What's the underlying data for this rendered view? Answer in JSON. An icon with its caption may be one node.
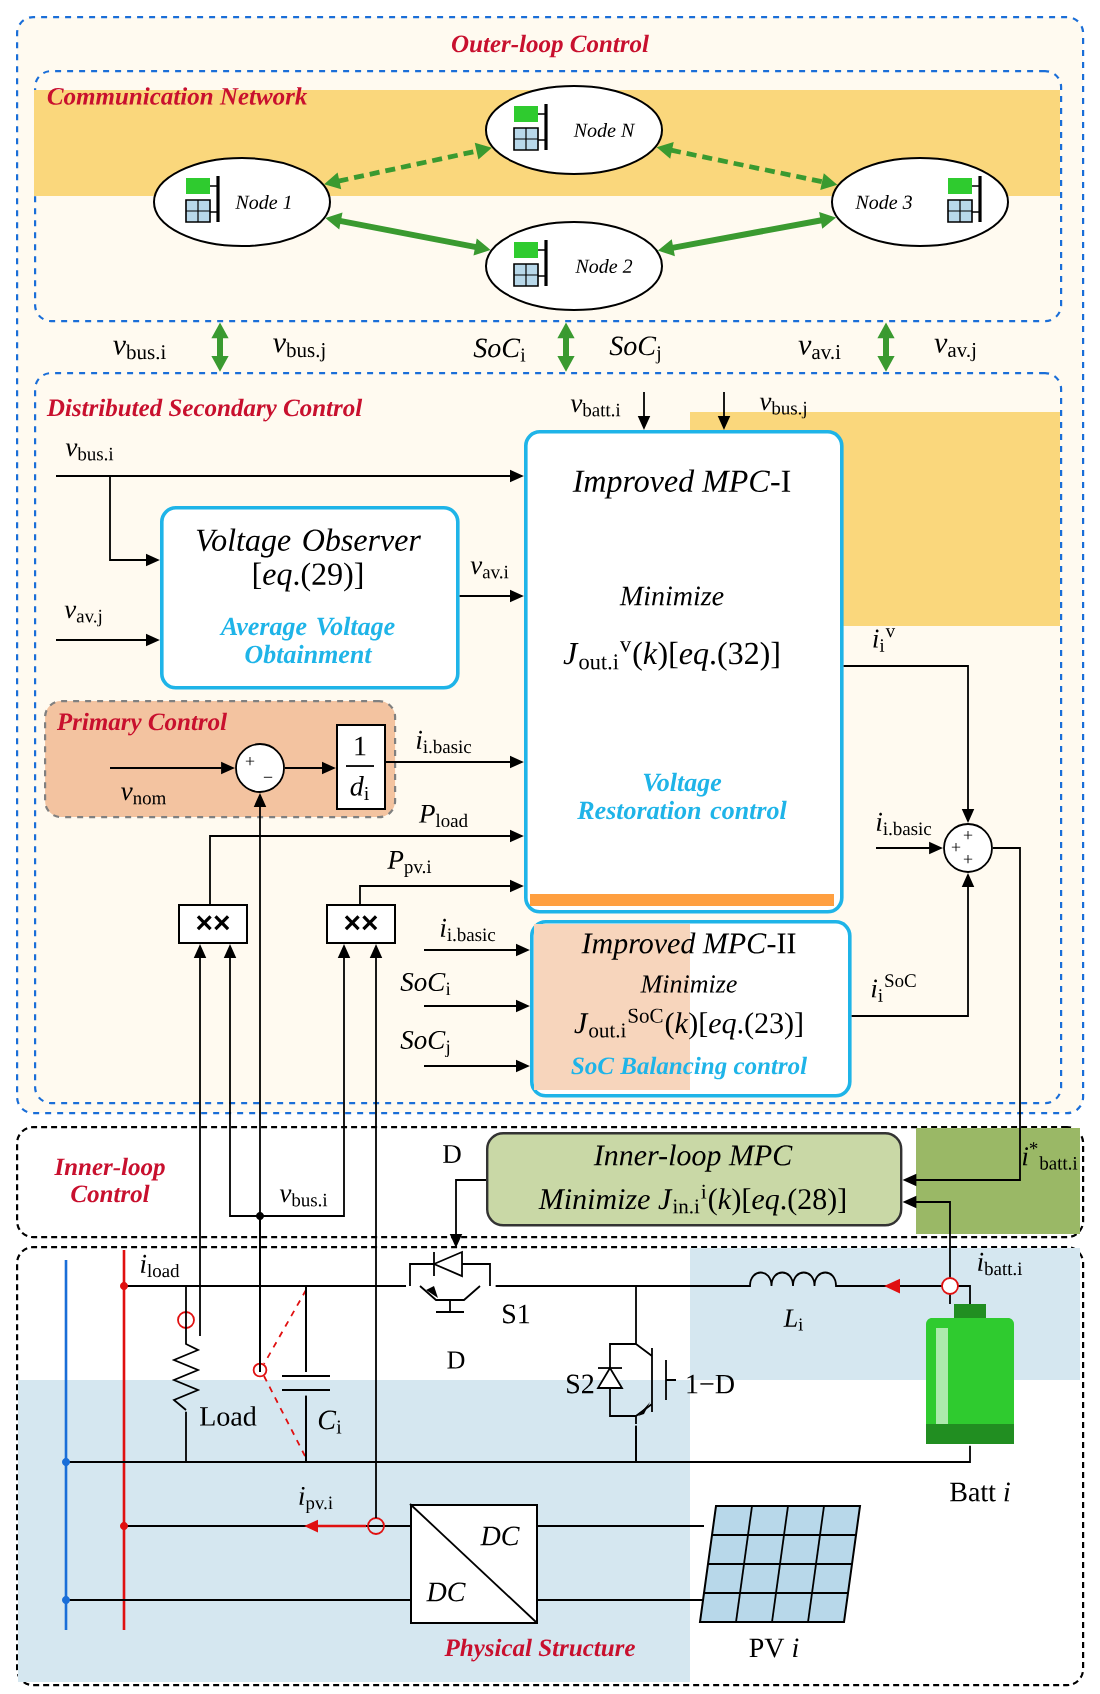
{
  "diagram": {
    "nodes": [
      {
        "text": [
          "Outer-loop Control"
        ]
      },
      {
        "text": [
          "Communication Network"
        ],
        "in": 0
      },
      {
        "text": [
          "Node N"
        ],
        "in": 1
      },
      {
        "text": [
          "Node 1"
        ],
        "in": 1
      },
      {
        "text": [
          "Node 3"
        ],
        "in": 1
      },
      {
        "text": [
          "Node 2"
        ],
        "in": 1
      },
      {
        "text": [
          "Distributed Secondary Control"
        ],
        "in": 0
      },
      {
        "text": [
          "*Voltage Observer* [*eq*.(29)]",
          "Average Voltage Obtainment"
        ],
        "in": 6
      },
      {
        "text": [
          "*Improved MPC*-I",
          "Minimize",
          "*J*$_{out.i}$$^{v}$(*k*)[*eq*.(32)]",
          "Voltage Restoration control"
        ],
        "in": 6
      },
      {
        "text": [
          "Primary Control"
        ],
        "in": 6
      },
      {
        "text": [
          "+",
          "−"
        ],
        "in": 9
      },
      {
        "text": [
          "1",
          "*d*$_{i}$"
        ],
        "in": 9
      },
      {
        "text": [
          "××"
        ],
        "in": 6
      },
      {
        "text": [
          "××"
        ],
        "in": 6
      },
      {
        "text": [
          "*Improved MPC*-II",
          "Minimize",
          "*J*$_{out.i}$$^{SoC}$(*k*)[*eq*.(23)]",
          "SoC Balancing control"
        ],
        "in": 6
      },
      {
        "text": [
          "+",
          "+",
          "+"
        ],
        "in": 6
      },
      {
        "text": [
          "Inner-loop Control"
        ]
      },
      {
        "text": [
          "Inner-loop MPC",
          "*Minimize J*$_{in.i}$$^{i}$(*k*)[*eq*.(28)]"
        ],
        "in": 16
      },
      {
        "text": [
          "Physical Structure"
        ]
      },
      {
        "text": [
          "DC",
          "DC"
        ],
        "in": 18
      },
      {
        "text": [],
        "shape": "switch",
        "beside": [
          "S1"
        ],
        "in": 18
      },
      {
        "text": [],
        "shape": "switch",
        "beside": [
          "S2",
          "1−D"
        ],
        "in": 18
      },
      {
        "text": [],
        "shape": "capacitor",
        "beside": [
          "*C*$_{i}$"
        ],
        "in": 18
      },
      {
        "text": [],
        "shape": "battery",
        "beside": [
          "Batt *i*"
        ],
        "in": 18
      },
      {
        "text": [],
        "shape": "panel",
        "beside": [
          "PV *i*"
        ],
        "in": 18
      },
      {
        "text": [],
        "shape": "resistor",
        "beside": [
          "Load"
        ],
        "in": 18
      }
    ],
    "edges": [
      {
        "from": 3,
        "to": 2,
        "arrow": "both",
        "style": "dashed",
        "color": "#3a9a30"
      },
      {
        "from": 2,
        "to": 4,
        "arrow": "both",
        "style": "dashed",
        "color": "#3a9a30"
      },
      {
        "from": 3,
        "to": 5,
        "arrow": "both",
        "style": "thick",
        "color": "#3a9a30"
      },
      {
        "from": 5,
        "to": 4,
        "arrow": "both",
        "style": "thick",
        "color": "#3a9a30"
      },
      {
        "from": 1,
        "to": 6,
        "arrow": "both",
        "style": "thick",
        "color": "#3a9a30"
      },
      {
        "from": 1,
        "to": 6,
        "arrow": "both",
        "style": "thick",
        "color": "#3a9a30"
      },
      {
        "from": 1,
        "to": 6,
        "arrow": "both",
        "style": "thick",
        "color": "#3a9a30"
      },
      {
        "from": null,
        "to": 8,
        "arrow": "to",
        "label": "*v*$_{bus.i}$"
      },
      {
        "from": null,
        "to": 7,
        "arrow": "to"
      },
      {
        "from": null,
        "to": 7,
        "arrow": "to",
        "label": "*v*$_{av.j}$"
      },
      {
        "from": 7,
        "to": 8,
        "arrow": "to",
        "label": "*v*$_{av.i}$"
      },
      {
        "from": null,
        "to": 8,
        "arrow": "to",
        "label": "*v*$_{batt.i}$"
      },
      {
        "from": null,
        "to": 8,
        "arrow": "to",
        "label": "*v*$_{bus.j}$"
      },
      {
        "from": 10,
        "to": 11,
        "arrow": "to"
      },
      {
        "from": null,
        "to": 10,
        "arrow": "to",
        "label": "*v*$_{nom}$"
      },
      {
        "from": 11,
        "to": 8,
        "arrow": "to",
        "label": "*i*$_{i.basic}$"
      },
      {
        "from": 12,
        "to": 8,
        "arrow": "to",
        "label": "*P*$_{load}$"
      },
      {
        "from": 13,
        "to": 8,
        "arrow": "to",
        "label": "*P*$_{pv.i}$"
      },
      {
        "from": null,
        "to": 14,
        "arrow": "to",
        "label": "*i*$_{i.basic}$"
      },
      {
        "from": null,
        "to": 14,
        "arrow": "to",
        "label": "*SoC*$_{i}$"
      },
      {
        "from": null,
        "to": 14,
        "arrow": "to",
        "label": "*SoC*$_{j}$"
      },
      {
        "from": 8,
        "to": 15,
        "arrow": "to",
        "label": "*i*$_{i}$$^{v}$"
      },
      {
        "from": null,
        "to": 15,
        "arrow": "to",
        "label": "*i*$_{i.basic}$"
      },
      {
        "from": 14,
        "to": 15,
        "arrow": "to",
        "label": "*i*$_{i}$$^{SoC}$"
      },
      {
        "from": 15,
        "to": 17,
        "arrow": "to",
        "label": "*i*$^{*}$$_{batt.i}$"
      },
      {
        "from": 23,
        "to": 17,
        "arrow": "to",
        "label": "*i*$_{batt.i}$"
      },
      {
        "from": 17,
        "to": 20,
        "arrow": "to",
        "label": "D"
      },
      {
        "from": 22,
        "to": 10,
        "arrow": "to",
        "label": "*v*$_{bus.i}$"
      },
      {
        "from": 25,
        "to": 12,
        "arrow": "to"
      },
      {
        "from": 22,
        "to": 12,
        "arrow": "to"
      },
      {
        "from": 22,
        "to": 13,
        "arrow": "to"
      },
      {
        "from": null,
        "to": 13,
        "arrow": "to"
      },
      {
        "from": 19,
        "to": 24,
        "arrow": "none"
      },
      {
        "from": 19,
        "to": 24,
        "arrow": "none"
      },
      {
        "from": 22,
        "to": 20,
        "arrow": "none"
      },
      {
        "from": 23,
        "to": 20,
        "arrow": "to"
      },
      {
        "from": 21,
        "to": 23,
        "arrow": "none"
      },
      {
        "from": 25,
        "to": 22,
        "arrow": "none"
      },
      {
        "from": 25,
        "to": 22,
        "arrow": "none"
      },
      {
        "from": 22,
        "to": 21,
        "arrow": "none"
      },
      {
        "from": 20,
        "to": 21,
        "arrow": "none"
      }
    ],
    "labels": [
      "*v*$_{bus.i}$",
      "*v*$_{bus.j}$",
      "*SoC*$_{i}$",
      "*SoC*$_{j}$",
      "*v*$_{av.i}$",
      "*v*$_{av.j}$",
      "*i*$_{load}$",
      "*L*$_{i}$",
      "D",
      "*i*$_{pv.i}$"
    ]
  }
}
